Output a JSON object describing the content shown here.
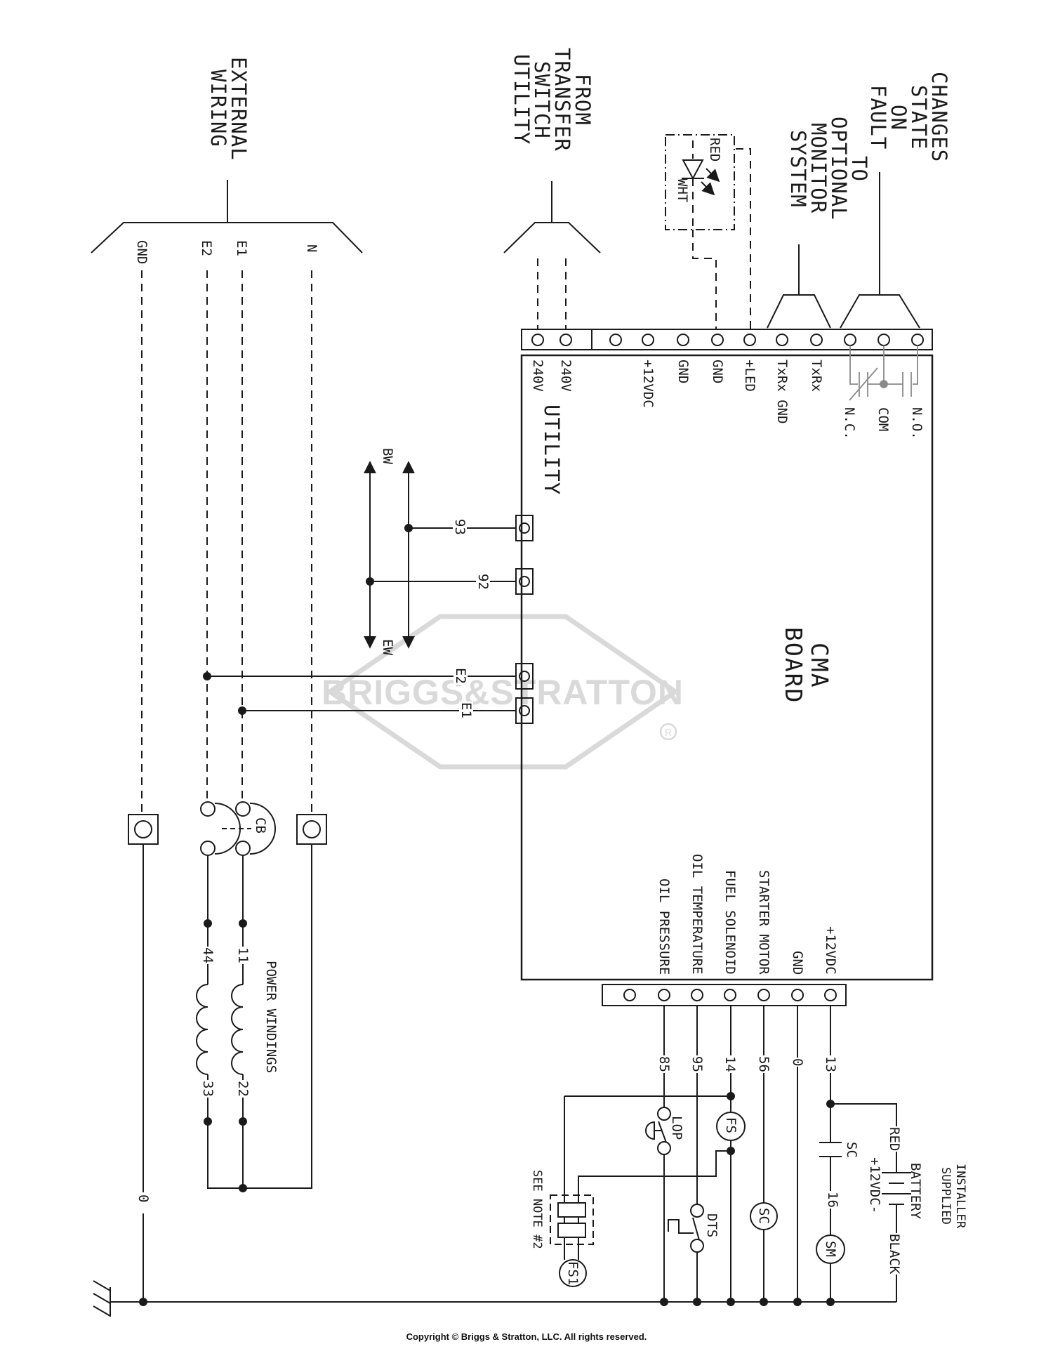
{
  "headers": {
    "external_wiring": "EXTERNAL\nWIRING",
    "from_transfer_switch": "FROM\nTRANSFER\nSWITCH\nUTILITY",
    "to_optional_monitor": "TO\nOPTIONAL\nMONITOR\nSYSTEM",
    "changes_state_on_fault": "CHANGES\nSTATE\nON\nFAULT"
  },
  "board": {
    "title": "CMA\nBOARD"
  },
  "top_strip": {
    "terminals": [
      "240V",
      "240V",
      "+12VDC",
      "GND",
      "GND",
      "+LED",
      "TxRx GND",
      "TxRx",
      "N.C.",
      "COM",
      "N.O."
    ],
    "utility_label": "UTILITY"
  },
  "led_module": {
    "red": "RED",
    "wht": "WHT"
  },
  "external_lines": {
    "gnd": "GND",
    "e2": "E2",
    "e1": "E1",
    "n": "N",
    "zero": "0"
  },
  "board_left_wires": {
    "w93": "93",
    "w92": "92",
    "e2": "E2",
    "e1": "E1",
    "bw": "BW",
    "ew": "EW"
  },
  "breaker": {
    "cb": "CB",
    "w44": "44",
    "w11": "11",
    "w33": "33",
    "w22": "22",
    "power_windings": "POWER WINDINGS"
  },
  "bottom_strip": {
    "terminals": [
      "OIL PRESSURE",
      "OIL TEMPERATURE",
      "FUEL SOLENOID",
      "STARTER MOTOR",
      "GND",
      "+12VDC"
    ],
    "wires": [
      "85",
      "95",
      "14",
      "56",
      "0",
      "13"
    ]
  },
  "engine": {
    "lop": "LOP",
    "dts": "DTS",
    "fs": "FS",
    "sc": "SC",
    "sm": "SM",
    "fs1": "FS1",
    "sc_contact": "SC",
    "w16": "16",
    "see_note": "SEE NOTE #2"
  },
  "battery": {
    "red": "RED",
    "black": "BLACK",
    "voltage": "+12VDC-",
    "label": "BATTERY",
    "installer": "INSTALLER\nSUPPLIED"
  },
  "watermark": {
    "brand": "BRIGGS&STRATTON",
    "reg": "®"
  },
  "footer": {
    "copyright": "Copyright © Briggs & Stratton, LLC. All rights reserved."
  },
  "colors": {
    "line": "#1a1a1a",
    "relay_gray": "#8a8a8a",
    "watermark": "#d9d9d9"
  }
}
